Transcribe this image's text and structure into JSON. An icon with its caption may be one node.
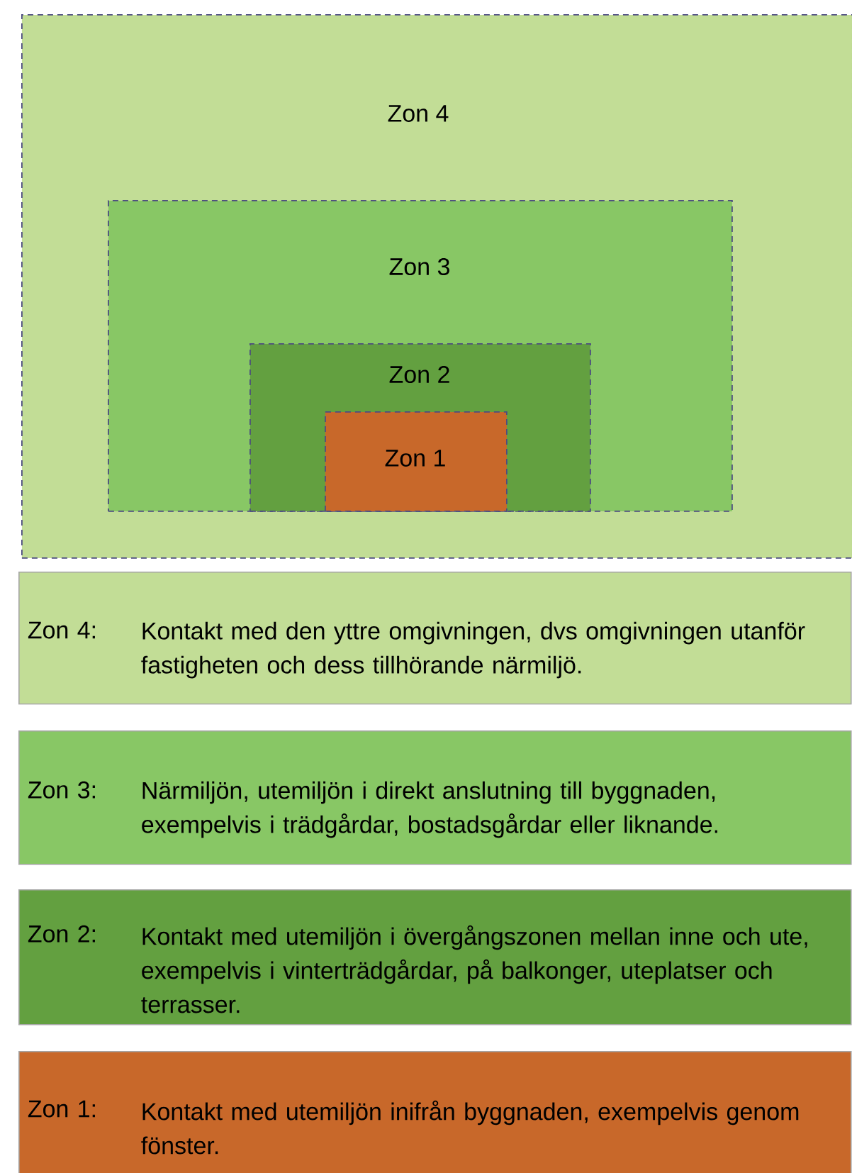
{
  "diagram": {
    "nodes": [
      {
        "text": [
          "Zon 4"
        ]
      },
      {
        "text": [
          "Zon 3"
        ],
        "in": 0
      },
      {
        "text": [
          "Zon 2"
        ],
        "in": 1
      },
      {
        "text": [
          "Zon 1"
        ],
        "in": 2
      },
      {
        "text": [
          "Zon 4:",
          "Kontakt med den yttre omgivningen, dvs omgivningen utanför fastigheten och dess tillhörande närmiljö."
        ]
      },
      {
        "text": [
          "Zon 3:",
          "Närmiljön, utemiljön i direkt anslutning till byggnaden, exempelvis i trädgårdar, bostadsgårdar eller liknande."
        ]
      },
      {
        "text": [
          "Zon 2:",
          "Kontakt med utemiljön i övergångszonen mellan inne och ute, exempelvis i vinterträdgårdar, på balkonger, uteplatser och terrasser."
        ]
      },
      {
        "text": [
          "Zon 1:",
          "Kontakt med utemiljön inifrån byggnaden, exempelvis genom fönster."
        ]
      }
    ]
  }
}
